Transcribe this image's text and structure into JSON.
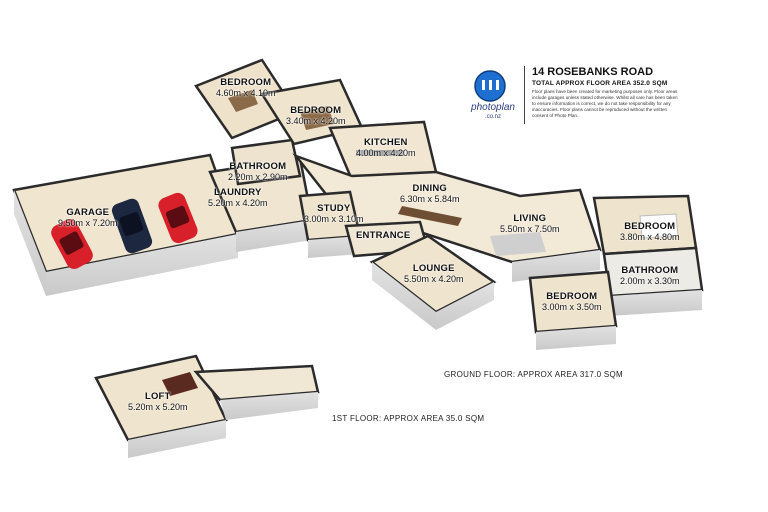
{
  "header": {
    "address": "14 ROSEBANKS ROAD",
    "total_area": "TOTAL APPROX FLOOR AREA 352.0 SQM",
    "disclaimer": "Floor plans have been created for marketing purposes only. Floor areas include garages unless stated otherwise. Whilst all care has been taken to ensure information is correct, we do not take responsibility for any inaccuracies. Floor plans cannot be reproduced without the written consent of Photo Plan."
  },
  "brand": {
    "name": "photoplan",
    "domain": ".co.nz",
    "color": "#2a3d7a",
    "accent": "#1e6fd0"
  },
  "rooms": {
    "bedroom1": {
      "name": "BEDROOM",
      "dims": "4.60m x 4.10m"
    },
    "bedroom2": {
      "name": "BEDROOM",
      "dims": "3.40m x 4.20m"
    },
    "kitchen": {
      "name": "KITCHEN",
      "dims": "4.00m x 4.20m"
    },
    "bathroom1": {
      "name": "BATHROOM",
      "dims": "2.20m x 2.90m"
    },
    "laundry": {
      "name": "LAUNDRY",
      "dims": "5.20m x 4.20m"
    },
    "garage": {
      "name": "GARAGE",
      "dims": "9.50m x 7.20m"
    },
    "dining": {
      "name": "DINING",
      "dims": "6.30m x 5.84m"
    },
    "study": {
      "name": "STUDY",
      "dims": "3.00m x 3.10m"
    },
    "entrance": {
      "name": "ENTRANCE"
    },
    "living": {
      "name": "LIVING",
      "dims": "5.50m x 7.50m"
    },
    "bedroom3": {
      "name": "BEDROOM",
      "dims": "3.80m x 4.80m"
    },
    "bathroom2": {
      "name": "BATHROOM",
      "dims": "2.00m x 3.30m"
    },
    "lounge": {
      "name": "LOUNGE",
      "dims": "5.50m x 4.20m"
    },
    "bedroom4": {
      "name": "BEDROOM",
      "dims": "3.00m x 3.50m"
    },
    "loft": {
      "name": "LOFT",
      "dims": "5.20m x 5.20m"
    }
  },
  "floors": {
    "ground": "GROUND FLOOR: APPROX AREA 317.0 SQM",
    "first": "1ST FLOOR: APPROX AREA 35.0 SQM"
  },
  "colors": {
    "floor": "#f1e7d2",
    "wall_top": "#2b2b2b",
    "wall_side": "#d6d6d6",
    "car_red": "#d8202a",
    "car_navy": "#1d2740"
  }
}
